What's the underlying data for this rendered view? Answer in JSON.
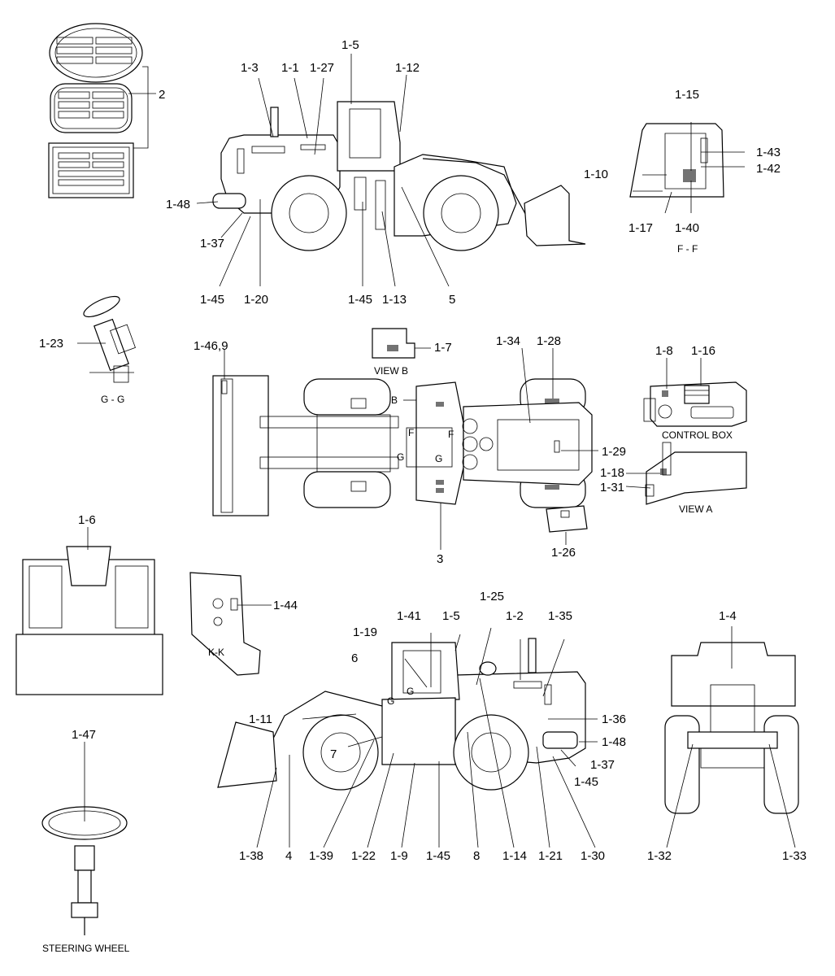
{
  "labels": {
    "l2": "2",
    "l1_3": "1-3",
    "l1_1": "1-1",
    "l1_27": "1-27",
    "l1_5a": "1-5",
    "l1_12": "1-12",
    "l1_48a": "1-48",
    "l1_37a": "1-37",
    "l1_45a": "1-45",
    "l1_20": "1-20",
    "l1_45b": "1-45",
    "l1_13": "1-13",
    "l5": "5",
    "l1_15": "1-15",
    "l1_43": "1-43",
    "l1_10": "1-10",
    "l1_42": "1-42",
    "l1_17": "1-17",
    "l1_40": "1-40",
    "l1_23": "1-23",
    "l1_46_9": "1-46,9",
    "l1_7": "1-7",
    "l1_34": "1-34",
    "l1_28": "1-28",
    "l1_8": "1-8",
    "l1_16": "1-16",
    "l1_29": "1-29",
    "l1_18": "1-18",
    "l1_31": "1-31",
    "l3": "3",
    "l1_26": "1-26",
    "l1_6": "1-6",
    "l1_44": "1-44",
    "l1_25": "1-25",
    "l1_41": "1-41",
    "l1_5b": "1-5",
    "l1_2": "1-2",
    "l1_35": "1-35",
    "l1_19": "1-19",
    "l6": "6",
    "l1_4": "1-4",
    "l1_11": "1-11",
    "l1_36": "1-36",
    "l7": "7",
    "l1_48b": "1-48",
    "l1_37b": "1-37",
    "l1_45c": "1-45",
    "l1_47": "1-47",
    "l1_38": "1-38",
    "l4": "4",
    "l1_39": "1-39",
    "l1_22": "1-22",
    "l1_9": "1-9",
    "l1_45d": "1-45",
    "l8": "8",
    "l1_14": "1-14",
    "l1_21": "1-21",
    "l1_30": "1-30",
    "l1_32": "1-32",
    "l1_33": "1-33",
    "mark_b": "B",
    "mark_f1": "F",
    "mark_f2": "F",
    "mark_g1": "G",
    "mark_g2": "G",
    "mark_g3": "G",
    "mark_g4": "G"
  },
  "captions": {
    "ff": "F - F",
    "gg": "G - G",
    "view_b": "VIEW B",
    "control_box": "CONTROL BOX",
    "view_a": "VIEW A",
    "kk": "K-K",
    "steering_wheel": "STEERING WHEEL"
  }
}
